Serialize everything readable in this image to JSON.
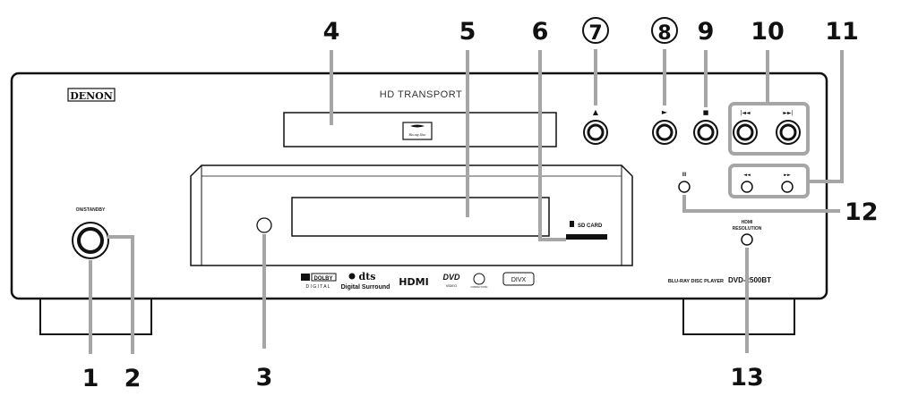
{
  "brand": "DENON",
  "transport_label": "HD TRANSPORT",
  "tray_logo": "Blu-ray Disc",
  "power_label": "ON/STANDBY",
  "sd_label": "SD CARD",
  "hdmi_resolution_label": [
    "HDMI",
    "RESOLUTION"
  ],
  "model_caption": "BLU-RAY DISC PLAYER",
  "model_number": "DVD-2500BT",
  "format_logos": {
    "dolby_top": "DOLBY",
    "dolby_bottom": "D I G I T A L",
    "dts_top": "dts",
    "dts_bottom": "Digital Surround",
    "hdmi": "HDMI",
    "dvd_top": "DVD",
    "dvd_bottom": "VIDEO",
    "cd": "COMPACT DISC",
    "divx": "DIVX"
  },
  "button_glyphs": {
    "open_close": "▲",
    "play": "►",
    "stop": "■",
    "prev": "|◄◄",
    "next": "►►|",
    "pause": "II",
    "rewind": "◄◄",
    "fast_forward": "►►"
  },
  "callouts": {
    "c1": "1",
    "c2": "2",
    "c3": "3",
    "c4": "4",
    "c5": "5",
    "c6": "6",
    "c7": "7",
    "c8": "8",
    "c9": "9",
    "c10": "10",
    "c11": "11",
    "c12": "12",
    "c13": "13"
  },
  "colors": {
    "outline": "#111111",
    "callout_lines": "#a6a6a6"
  }
}
